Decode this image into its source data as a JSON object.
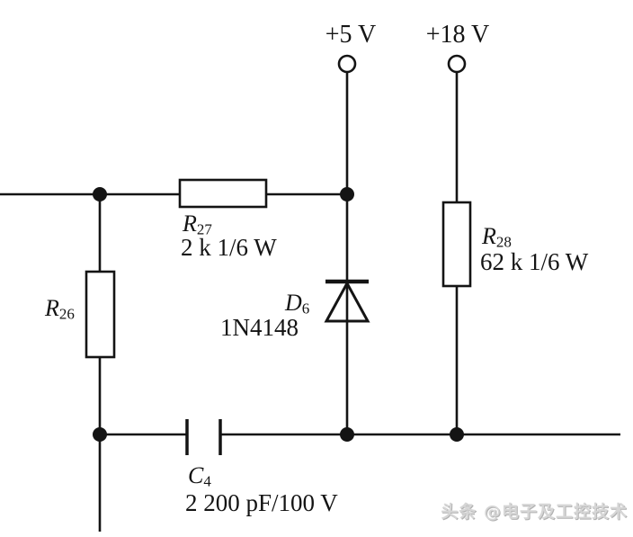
{
  "supplies": {
    "v5": "+5 V",
    "v18": "+18 V"
  },
  "components": {
    "r27": {
      "ref": "R",
      "sub": "27",
      "value": "2 k 1/6 W"
    },
    "r26": {
      "ref": "R",
      "sub": "26"
    },
    "r28": {
      "ref": "R",
      "sub": "28",
      "value": "62 k 1/6 W"
    },
    "d6": {
      "ref": "D",
      "sub": "6",
      "value": "1N4148"
    },
    "c4": {
      "ref": "C",
      "sub": "4",
      "value": "2 200 pF/100 V"
    }
  },
  "watermark": "头条 @电子及工控技术",
  "colors": {
    "line": "#141414",
    "background": "#ffffff",
    "watermark": "#d6d6d6"
  }
}
